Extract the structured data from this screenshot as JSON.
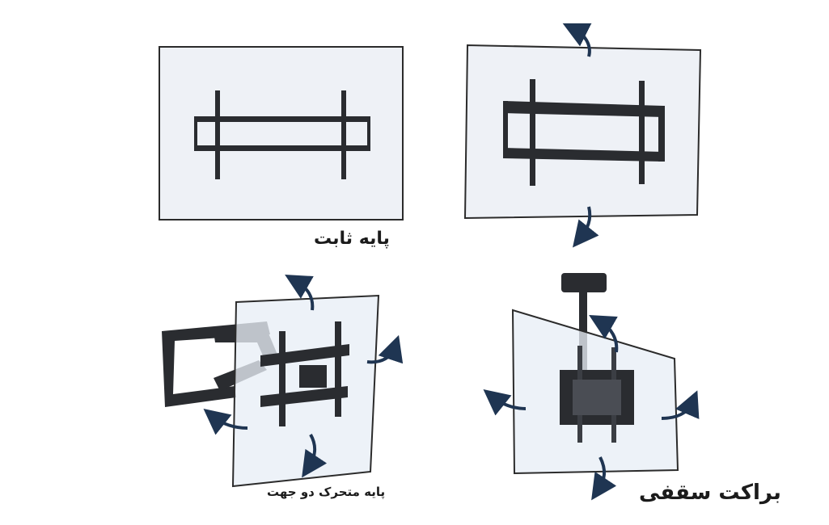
{
  "captions": {
    "fixed_mount": "پایه ثابت",
    "full_motion_mount": "پایه متحرک دو جهت",
    "ceiling_bracket": "براکت سقفی"
  },
  "colors": {
    "panel_fill": "#eef1f6",
    "panel_edge": "#2b2b2b",
    "bracket": "#2a2c30",
    "arrow": "#1f3552",
    "text": "#1b1b1b"
  },
  "icons": [
    "fixed-wall-mount",
    "tilt-wall-mount",
    "full-motion-arm-mount",
    "ceiling-mount",
    "curved-arrow-icon"
  ]
}
